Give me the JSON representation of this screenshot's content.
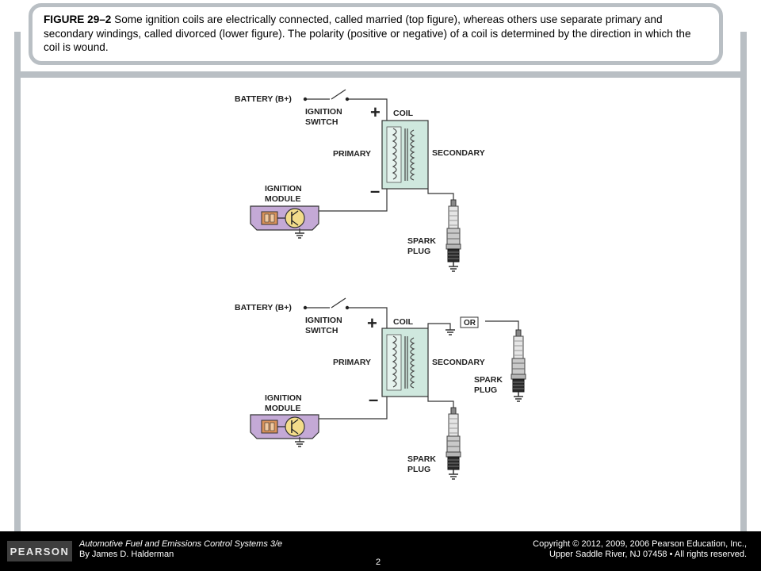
{
  "caption": {
    "figure_label": "FIGURE 29–2",
    "text": " Some ignition coils are electrically connected, called married (top figure), whereas others use separate primary and secondary windings, called divorced (lower figure). The polarity (positive or negative) of a coil is determined by the direction in which the coil is wound."
  },
  "top_diagram": {
    "battery": "BATTERY (B+)",
    "switch_l1": "IGNITION",
    "switch_l2": "SWITCH",
    "plus": "+",
    "minus": "–",
    "coil": "COIL",
    "primary": "PRIMARY",
    "secondary": "SECONDARY",
    "module_l1": "IGNITION",
    "module_l2": "MODULE",
    "plug_l1": "SPARK",
    "plug_l2": "PLUG"
  },
  "bottom_diagram": {
    "battery": "BATTERY (B+)",
    "switch_l1": "IGNITION",
    "switch_l2": "SWITCH",
    "plus": "+",
    "minus": "–",
    "coil": "COIL",
    "primary": "PRIMARY",
    "secondary": "SECONDARY",
    "or": "OR",
    "module_l1": "IGNITION",
    "module_l2": "MODULE",
    "plug_l1": "SPARK",
    "plug_l2": "PLUG",
    "plug2_l1": "SPARK",
    "plug2_l2": "PLUG"
  },
  "colors": {
    "coil_fill": "#cfe8de",
    "module_fill": "#c4a9d6",
    "resistor_fill": "#d9925a",
    "transistor_fill": "#f3dc8a"
  },
  "footer": {
    "logo": "PEARSON",
    "book_title": "Automotive Fuel and Emissions Control Systems 3/e",
    "author": "By James D. Halderman",
    "copyright_l1": "Copyright © 2012, 2009, 2006 Pearson Education, Inc.,",
    "copyright_l2": "Upper Saddle River, NJ 07458 • All rights reserved.",
    "page": "2"
  }
}
